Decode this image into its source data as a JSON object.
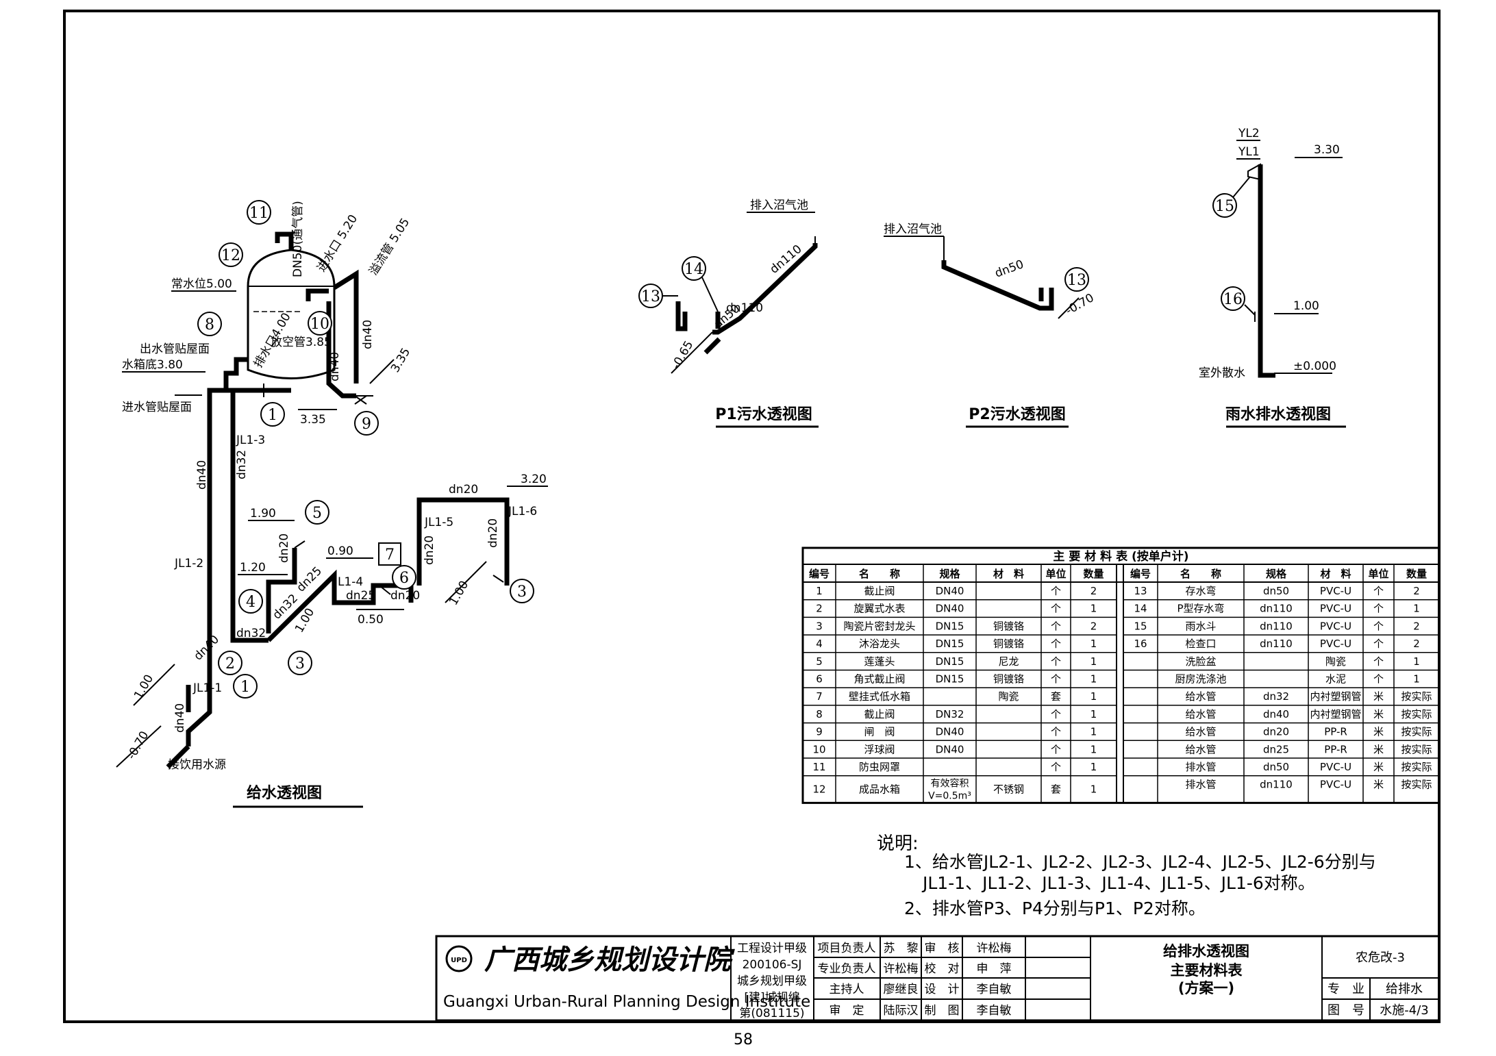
{
  "supply_diagram": {
    "title": "给水透视图",
    "markers": [
      "11",
      "12",
      "8",
      "10",
      "1",
      "9",
      "5",
      "7",
      "6",
      "4",
      "3",
      "2",
      "1",
      "3"
    ],
    "labels": {
      "vent": "DN50(通气管)",
      "inlet": "进水口 5.20",
      "overflow": "溢流管 5.05",
      "normal_level": "常水位5.00",
      "drain_port": "排水口4.00",
      "vent_pipe": "放空管3.85",
      "outlet_roof": "出水管贴屋面",
      "tank_bottom": "水箱底3.80",
      "inlet_roof": "进水管贴屋面",
      "dn40_right": "dn40",
      "dn40_b": "dn40",
      "el335_r": "3.35",
      "el335_l": "3.35",
      "jl13": "JL1-3",
      "dn40_v": "dn40",
      "dn32_v": "dn32",
      "jl12": "JL1-2",
      "el190": "1.90",
      "el120": "1.20",
      "dn20_a": "dn20",
      "el090": "0.90",
      "dn25_a": "dn25",
      "jl14": "JL1-4",
      "dn25_b": "dn25",
      "dn20_b": "dn20",
      "el050": "0.50",
      "dn32_b": "dn32",
      "dn32_c": "dn32",
      "el100_a": "1.00",
      "dn20_top": "dn20",
      "jl15": "JL1-5",
      "dn20_v": "dn20",
      "el320": "3.20",
      "jl16": "JL1-6",
      "dn20_v2": "dn20",
      "el100_b": "1.00",
      "dn40_c": "dn40",
      "el100_c": "1.00",
      "jl11": "JL1-1",
      "dn40_d": "dn40",
      "el070": "-0.70",
      "source": "接饮用水源"
    }
  },
  "p1_diagram": {
    "title": "P1污水透视图",
    "to_pool": "排入沼气池",
    "dn110_a": "dn110",
    "dn110_b": "dn110",
    "dn50": "dn50",
    "el065": "-0.65",
    "marker_14": "14",
    "marker_13": "13"
  },
  "p2_diagram": {
    "title": "P2污水透视图",
    "to_pool": "排入沼气池",
    "dn50": "dn50",
    "el070": "-0.70",
    "marker_13": "13"
  },
  "rain_diagram": {
    "title": "雨水排水透视图",
    "yl2": "YL2",
    "yl1": "YL1",
    "el330": "3.30",
    "el100": "1.00",
    "el000": "±0.000",
    "outdoor": "室外散水",
    "marker_15": "15",
    "marker_16": "16"
  },
  "material_table": {
    "title": "主 要 材 料 表 (按单户计)",
    "headers": [
      "编号",
      "名　　称",
      "规格",
      "材　料",
      "单位",
      "数量"
    ],
    "left_rows": [
      [
        "1",
        "截止阀",
        "DN40",
        "",
        "个",
        "2"
      ],
      [
        "2",
        "旋翼式水表",
        "DN40",
        "",
        "个",
        "1"
      ],
      [
        "3",
        "陶瓷片密封龙头",
        "DN15",
        "铜镀铬",
        "个",
        "2"
      ],
      [
        "4",
        "沐浴龙头",
        "DN15",
        "铜镀铬",
        "个",
        "1"
      ],
      [
        "5",
        "莲蓬头",
        "DN15",
        "尼龙",
        "个",
        "1"
      ],
      [
        "6",
        "角式截止阀",
        "DN15",
        "铜镀铬",
        "个",
        "1"
      ],
      [
        "7",
        "壁挂式低水箱",
        "",
        "陶瓷",
        "套",
        "1"
      ],
      [
        "8",
        "截止阀",
        "DN32",
        "",
        "个",
        "1"
      ],
      [
        "9",
        "闸　阀",
        "DN40",
        "",
        "个",
        "1"
      ],
      [
        "10",
        "浮球阀",
        "DN40",
        "",
        "个",
        "1"
      ],
      [
        "11",
        "防虫网罩",
        "",
        "",
        "个",
        "1"
      ],
      [
        "12",
        "成品水箱",
        "有效容积 V=0.5m³",
        "不锈钢",
        "套",
        "1"
      ]
    ],
    "right_rows": [
      [
        "13",
        "存水弯",
        "dn50",
        "PVC-U",
        "个",
        "2"
      ],
      [
        "14",
        "P型存水弯",
        "dn110",
        "PVC-U",
        "个",
        "1"
      ],
      [
        "15",
        "雨水斗",
        "dn110",
        "PVC-U",
        "个",
        "2"
      ],
      [
        "16",
        "检查口",
        "dn110",
        "PVC-U",
        "个",
        "2"
      ],
      [
        "",
        "洗脸盆",
        "",
        "陶瓷",
        "个",
        "1"
      ],
      [
        "",
        "厨房洗涤池",
        "",
        "水泥",
        "个",
        "1"
      ],
      [
        "",
        "给水管",
        "dn32",
        "内衬塑钢管",
        "米",
        "按实际"
      ],
      [
        "",
        "给水管",
        "dn40",
        "内衬塑钢管",
        "米",
        "按实际"
      ],
      [
        "",
        "给水管",
        "dn20",
        "PP-R",
        "米",
        "按实际"
      ],
      [
        "",
        "给水管",
        "dn25",
        "PP-R",
        "米",
        "按实际"
      ],
      [
        "",
        "排水管",
        "dn50",
        "PVC-U",
        "米",
        "按实际"
      ],
      [
        "",
        "排水管",
        "dn110",
        "PVC-U",
        "米",
        "按实际"
      ]
    ]
  },
  "notes": {
    "heading": "说明:",
    "line1": "1、给水管JL2-1、JL2-2、JL2-3、JL2-4、JL2-5、JL2-6分别与",
    "line1b": "JL1-1、JL1-2、JL1-3、JL1-4、JL1-5、JL1-6对称。",
    "line2": "2、排水管P3、P4分别与P1、P2对称。"
  },
  "title_block": {
    "institute_cn": "广西城乡规划设计院",
    "institute_en": "Guangxi Urban-Rural Planning Design Institute",
    "logo_text": "UPD",
    "cert1": "工程设计甲级",
    "cert2": "200106-SJ",
    "cert3": "城乡规划甲级",
    "cert4": "[建]城规编",
    "cert5": "第(081115)",
    "roles": [
      [
        "项目负责人",
        "苏　黎",
        "审　核",
        "许松梅"
      ],
      [
        "专业负责人",
        "许松梅",
        "校　对",
        "申　萍"
      ],
      [
        "主持人",
        "廖继良",
        "设　计",
        "李自敏"
      ],
      [
        "审　定",
        "陆际汉",
        "制　图",
        "李自敏"
      ]
    ],
    "drawing_title1": "给排水透视图",
    "drawing_title2": "主要材料表",
    "drawing_title3": "(方案一)",
    "project": "农危改-3",
    "discipline_label": "专　业",
    "discipline": "给排水",
    "number_label": "图　号",
    "number": "水施-4/3"
  },
  "page_number": "58"
}
